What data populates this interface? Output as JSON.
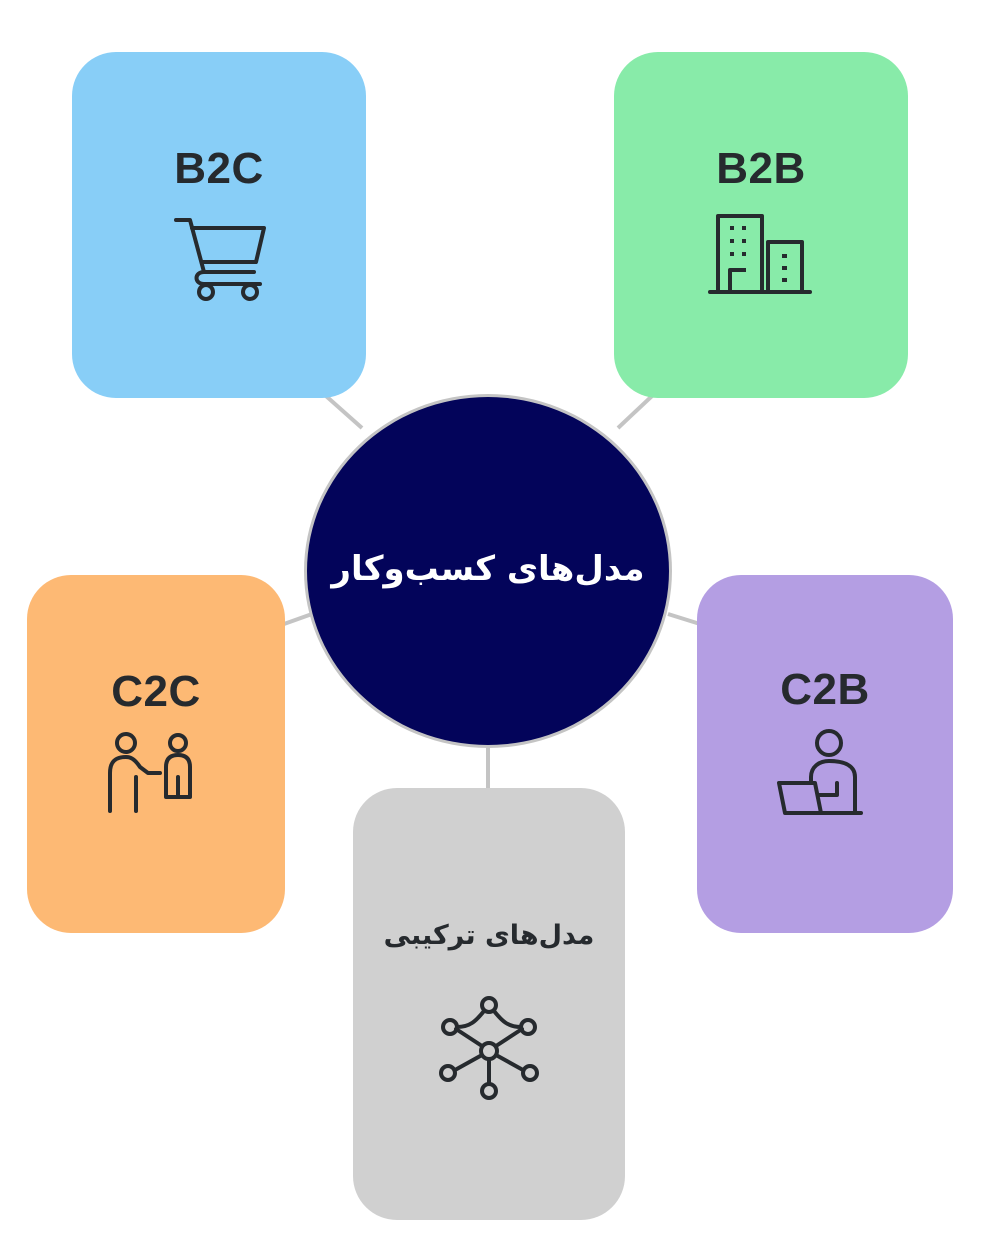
{
  "diagram": {
    "center": {
      "title": "مدل‌های کسب‌وکار",
      "color": "#03045a"
    },
    "nodes": [
      {
        "id": "b2c",
        "label": "B2C",
        "icon": "shopping-cart-icon",
        "color": "#88cef7"
      },
      {
        "id": "b2b",
        "label": "B2B",
        "icon": "office-buildings-icon",
        "color": "#88eba9"
      },
      {
        "id": "c2c",
        "label": "C2C",
        "icon": "two-people-handshake-icon",
        "color": "#fdb974"
      },
      {
        "id": "c2b",
        "label": "C2B",
        "icon": "person-with-laptop-icon",
        "color": "#b49ee3"
      },
      {
        "id": "hybrid",
        "label": "مدل‌های ترکیبی",
        "icon": "network-nodes-icon",
        "color": "#d0d0d0"
      }
    ],
    "connector_color": "#c4c4c4"
  }
}
